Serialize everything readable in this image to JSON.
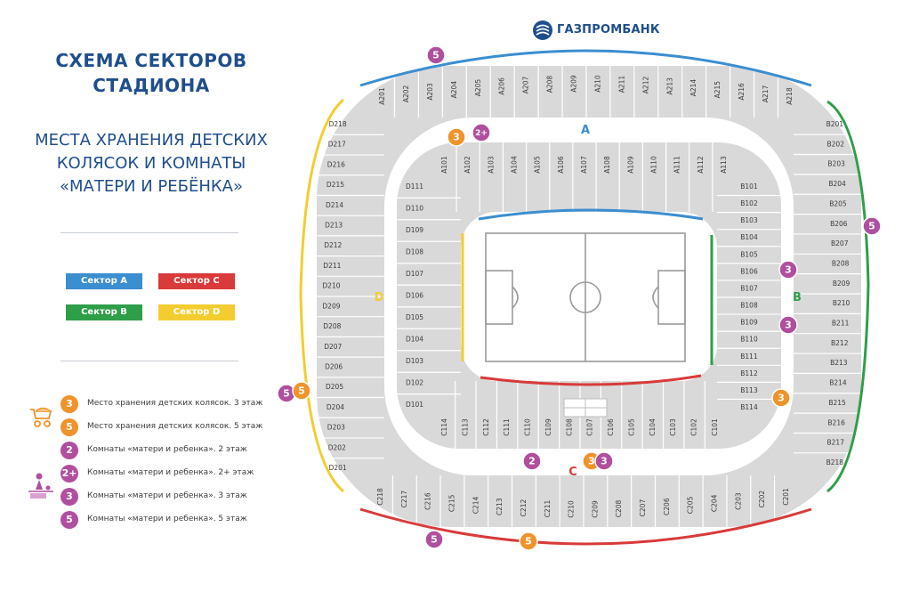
{
  "title": {
    "line1": "СХЕМА СЕКТОРОВ",
    "line2": "СТАДИОНА"
  },
  "subtitle": {
    "line1": "МЕСТА ХРАНЕНИЯ ДЕТСКИХ",
    "line2": "КОЛЯСОК И КОМНАТЫ",
    "line3": "«МАТЕРИ И РЕБЁНКА»"
  },
  "brand": {
    "name": "ГАЗПРОМБАНК"
  },
  "colors": {
    "a": "#3b8ed0",
    "b": "#2e9e48",
    "c": "#d93a3a",
    "d": "#f3cd2f",
    "orange": "#f0932b",
    "purple": "#b04f9e",
    "seat": "#d9d9d9",
    "text": "#3b3b3b",
    "title": "#1f4e8c"
  },
  "legend": [
    {
      "label": "Сектор А",
      "color": "#3b8ed0"
    },
    {
      "label": "Сектор С",
      "color": "#d93a3a"
    },
    {
      "label": "Сектор В",
      "color": "#2e9e48"
    },
    {
      "label": "Сектор D",
      "color": "#f3cd2f"
    }
  ],
  "keys": [
    {
      "num": "3",
      "color": "#f0932b",
      "text": "Место хранения детских колясок. 3 этаж"
    },
    {
      "num": "5",
      "color": "#f0932b",
      "text": "Место хранения детских колясок. 5 этаж"
    },
    {
      "num": "2",
      "color": "#b04f9e",
      "text": "Комнаты «матери и ребенка». 2 этаж"
    },
    {
      "num": "2+",
      "color": "#b04f9e",
      "text": "Комнаты «матери и ребенка». 2+ этаж"
    },
    {
      "num": "3",
      "color": "#b04f9e",
      "text": "Комнаты «матери и ребенка». 3 этаж"
    },
    {
      "num": "5",
      "color": "#b04f9e",
      "text": "Комнаты «матери и ребенка». 5 этаж"
    }
  ],
  "icons": {
    "stroller": "stroller-icon",
    "mother": "mother-child-icon",
    "bank": "bank-logo-icon"
  },
  "zones": {
    "a": "A",
    "b": "B",
    "c": "C",
    "d": "D"
  },
  "sectors": {
    "upper_a": [
      "A201",
      "A202",
      "A203",
      "A204",
      "A205",
      "A206",
      "A207",
      "A208",
      "A209",
      "A210",
      "A211",
      "A212",
      "A213",
      "A214",
      "A215",
      "A216",
      "A217",
      "A218"
    ],
    "upper_b": [
      "B201",
      "B202",
      "B203",
      "B204",
      "B205",
      "B206",
      "B207",
      "B208",
      "B209",
      "B210",
      "B211",
      "B212",
      "B213",
      "B214",
      "B215",
      "B216",
      "B217",
      "B218"
    ],
    "upper_c": [
      "C201",
      "C202",
      "C203",
      "C204",
      "C205",
      "C206",
      "C207",
      "C208",
      "C209",
      "C210",
      "C211",
      "C212",
      "C213",
      "C214",
      "C215",
      "C216",
      "C217",
      "C218"
    ],
    "upper_d": [
      "D201",
      "D202",
      "D203",
      "D204",
      "D205",
      "D206",
      "D207",
      "D208",
      "D209",
      "D210",
      "D211",
      "D212",
      "D213",
      "D214",
      "D215",
      "D216",
      "D217",
      "D218"
    ],
    "lower_a": [
      "A101",
      "A102",
      "A103",
      "A104",
      "A105",
      "A106",
      "A107",
      "A108",
      "A109",
      "A110",
      "A111",
      "A112",
      "A113"
    ],
    "lower_b": [
      "B101",
      "B102",
      "B103",
      "B104",
      "B105",
      "B106",
      "B107",
      "B108",
      "B109",
      "B110",
      "B111",
      "B112",
      "B113",
      "B114"
    ],
    "lower_c": [
      "C101",
      "C102",
      "C103",
      "C104",
      "C105",
      "C106",
      "C107",
      "C108",
      "C109",
      "C110",
      "C111",
      "C112",
      "C113",
      "C114"
    ],
    "lower_d": [
      "D101",
      "D102",
      "D103",
      "D104",
      "D105",
      "D106",
      "D107",
      "D108",
      "D109",
      "D110",
      "D111"
    ]
  },
  "map_badges": [
    {
      "num": "5",
      "color": "#b04f9e",
      "pos": "a-top"
    },
    {
      "num": "3",
      "color": "#f0932b",
      "pos": "a-left"
    },
    {
      "num": "2+",
      "color": "#b04f9e",
      "pos": "a-left2"
    },
    {
      "num": "5",
      "color": "#b04f9e",
      "pos": "b-right"
    },
    {
      "num": "3",
      "color": "#b04f9e",
      "pos": "b-1"
    },
    {
      "num": "3",
      "color": "#b04f9e",
      "pos": "b-2"
    },
    {
      "num": "3",
      "color": "#f0932b",
      "pos": "b-3"
    },
    {
      "num": "5",
      "color": "#b04f9e",
      "pos": "d-1"
    },
    {
      "num": "5",
      "color": "#f0932b",
      "pos": "d-2"
    },
    {
      "num": "2",
      "color": "#b04f9e",
      "pos": "c-1"
    },
    {
      "num": "3",
      "color": "#f0932b",
      "pos": "c-2"
    },
    {
      "num": "3",
      "color": "#b04f9e",
      "pos": "c-3"
    },
    {
      "num": "5",
      "color": "#b04f9e",
      "pos": "c-bottom1"
    },
    {
      "num": "5",
      "color": "#f0932b",
      "pos": "c-bottom2"
    }
  ]
}
